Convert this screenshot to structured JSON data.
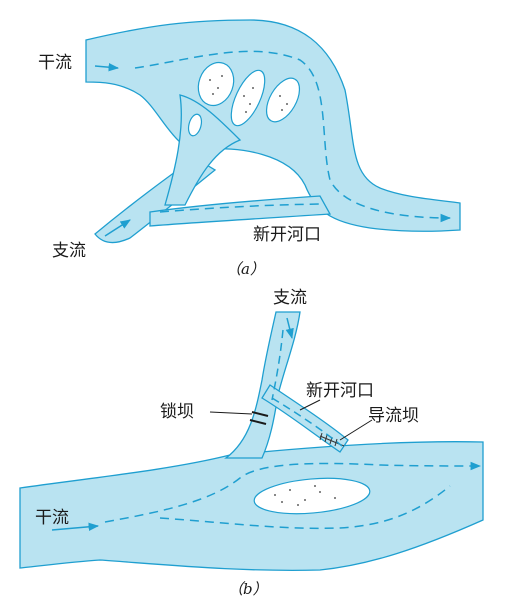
{
  "colors": {
    "water": "#b9e3f1",
    "edge": "#1f9fd0",
    "sand": "#ffffff"
  },
  "diagram_a": {
    "caption": "（a）",
    "labels": {
      "main_stream": "干流",
      "tributary": "支流",
      "new_mouth": "新开河口"
    }
  },
  "diagram_b": {
    "caption": "（b）",
    "labels": {
      "tributary": "支流",
      "new_mouth": "新开河口",
      "lock_dam": "锁坝",
      "guide_dam": "导流坝",
      "main_stream": "干流"
    }
  }
}
